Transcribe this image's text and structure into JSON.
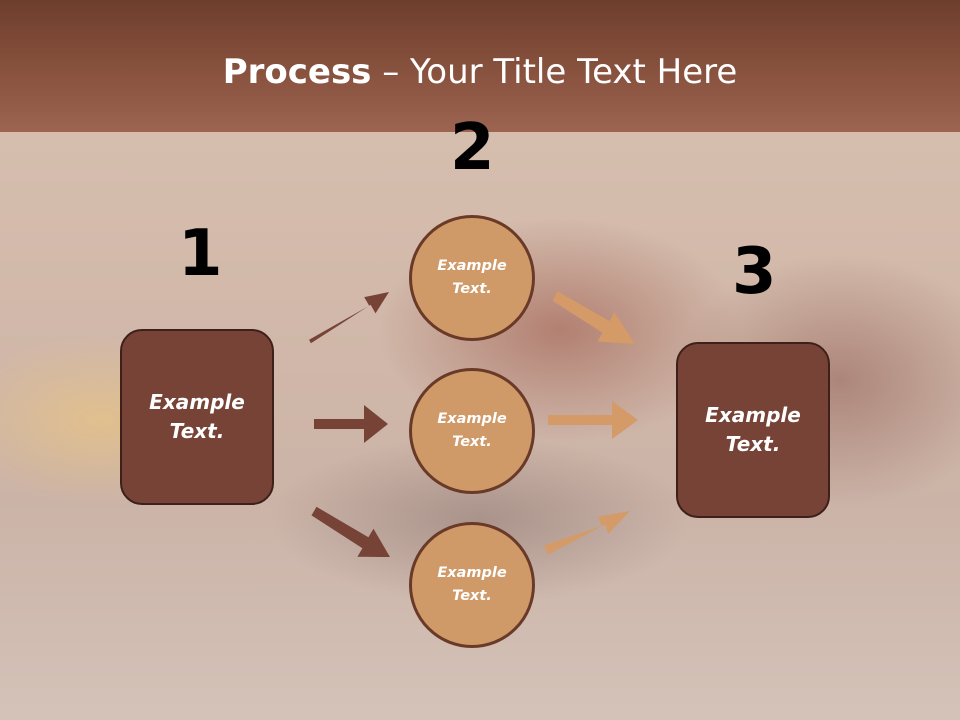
{
  "title": {
    "bold": "Process",
    "rest": " – Your Title Text Here"
  },
  "steps": [
    {
      "number": "1",
      "text_line1": "Example",
      "text_line2": "Text."
    },
    {
      "number": "2",
      "circles": [
        {
          "text_line1": "Example",
          "text_line2": "Text."
        },
        {
          "text_line1": "Example",
          "text_line2": "Text."
        },
        {
          "text_line1": "Example",
          "text_line2": "Text."
        }
      ]
    },
    {
      "number": "3",
      "text_line1": "Example",
      "text_line2": "Text."
    }
  ],
  "colors": {
    "title_band": "#7d4a37",
    "box_fill": "#774337",
    "circle_fill": "#cf9a68",
    "arrow_dark": "#774337",
    "arrow_light": "#d49a68"
  }
}
